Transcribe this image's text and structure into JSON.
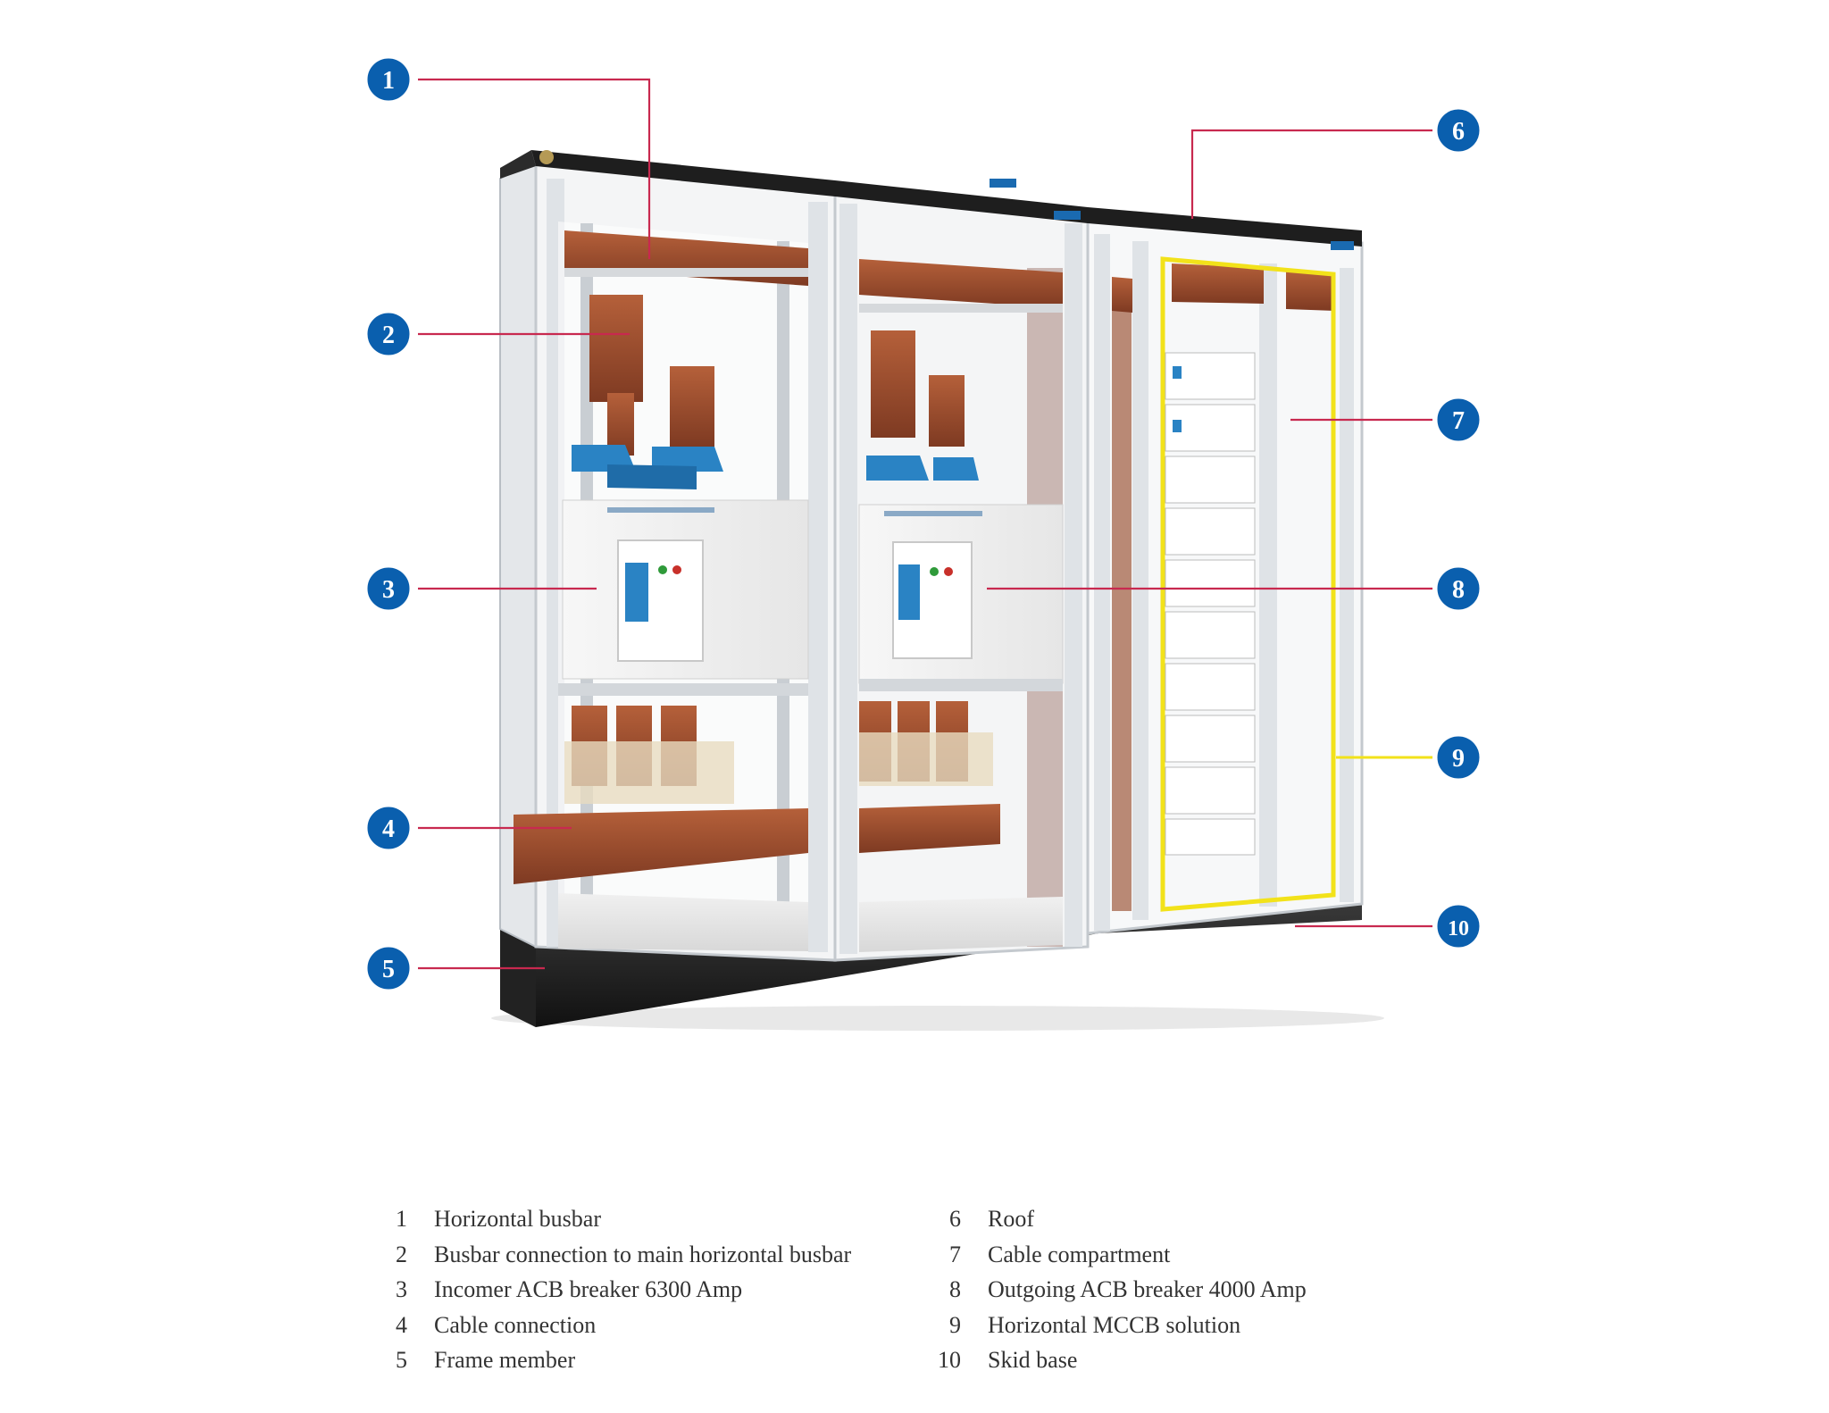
{
  "callouts": [
    {
      "number": "1",
      "label": "Horizontal busbar"
    },
    {
      "number": "2",
      "label": "Busbar connection to main horizontal busbar"
    },
    {
      "number": "3",
      "label": "Incomer ACB breaker 6300 Amp"
    },
    {
      "number": "4",
      "label": "Cable connection"
    },
    {
      "number": "5",
      "label": "Frame member"
    },
    {
      "number": "6",
      "label": "Roof"
    },
    {
      "number": "7",
      "label": "Cable compartment"
    },
    {
      "number": "8",
      "label": "Outgoing ACB breaker 4000 Amp"
    },
    {
      "number": "9",
      "label": "Horizontal MCCB solution"
    },
    {
      "number": "10",
      "label": "Skid base"
    }
  ],
  "colors": {
    "badge": "#0a5fae",
    "leader": "#c8294f",
    "highlight": "#f2e21a",
    "frame": "#d9dde2",
    "copper": "#9c4a2c",
    "cable_tray": "#2a83c4"
  }
}
